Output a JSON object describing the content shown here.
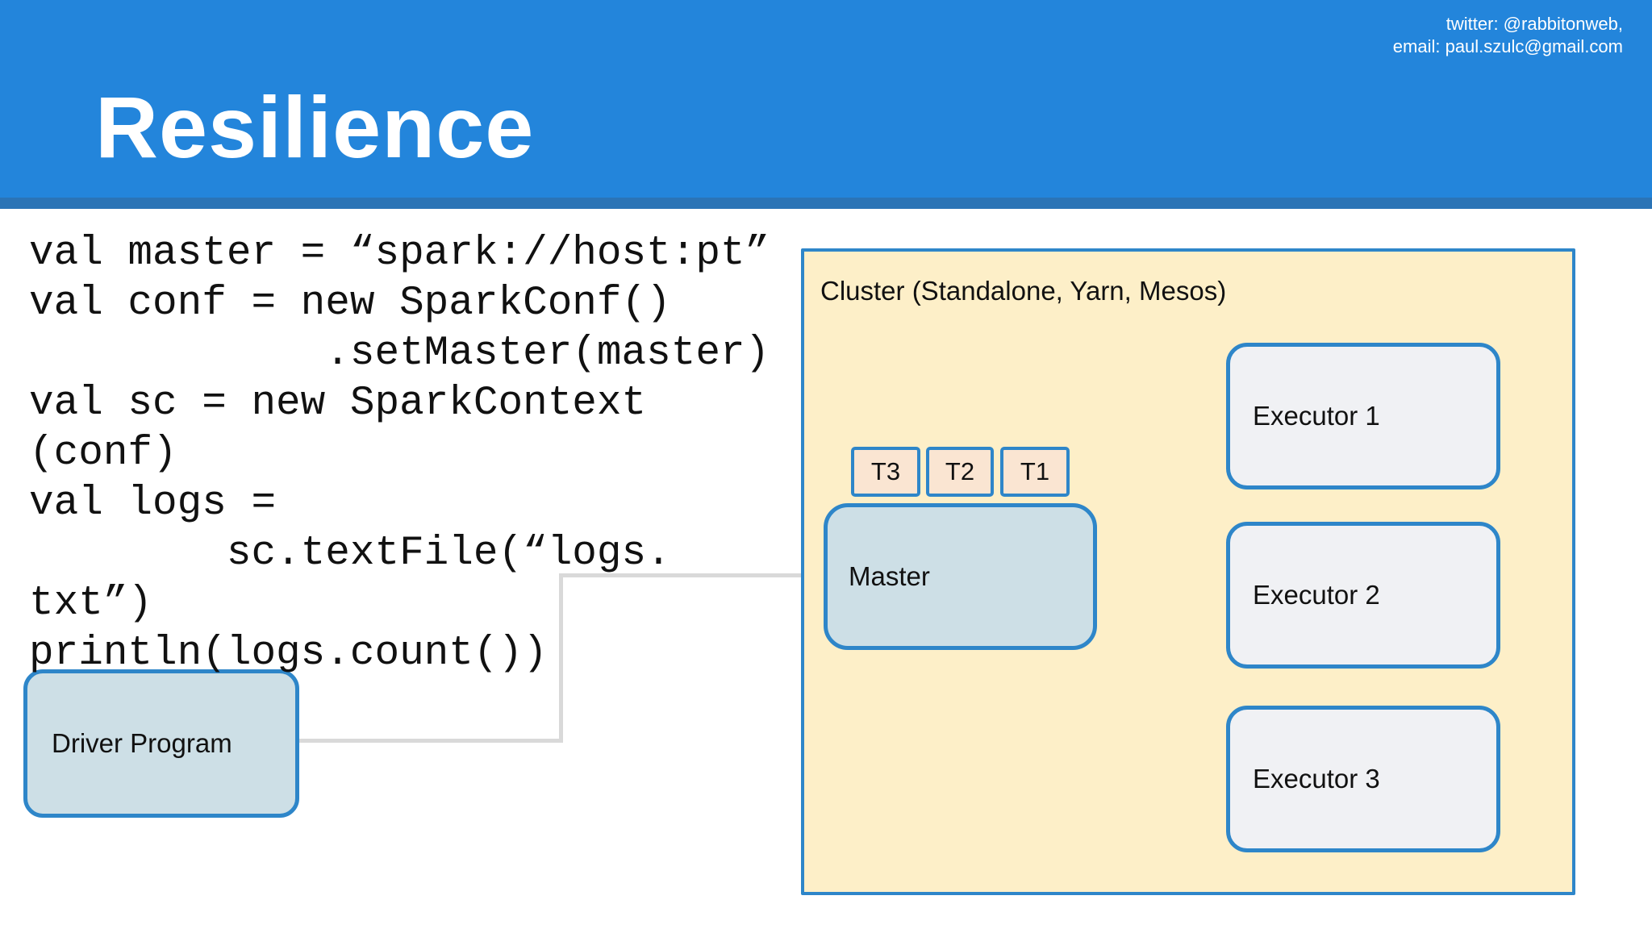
{
  "colors": {
    "header": "#2385DB",
    "stripe": "#2B74B6",
    "title-color": "#FFFFFF",
    "code-color": "#111111",
    "label-color": "#111111",
    "border-blue": "#2E86C9",
    "connector-gray": "#D9D9D9",
    "cluster-bg": "#FDEFC8",
    "task-bg": "#FAE5D2",
    "master-bg": "#CDDFE6",
    "driver-bg": "#CDDFE6",
    "executor-bg": "#F0F1F4"
  },
  "header": {
    "title": "Resilience",
    "contact_line1": "twitter: @rabbitonweb,",
    "contact_line2": "email: paul.szulc@gmail.com"
  },
  "code": {
    "text": "val master = “spark://host:pt”\nval conf = new SparkConf()\n            .setMaster(master)\nval sc = new SparkContext\n(conf)\nval logs =\n        sc.textFile(“logs.\ntxt”)\nprintln(logs.count())"
  },
  "diagram": {
    "driver": {
      "label": "Driver Program"
    },
    "cluster": {
      "label": "Cluster (Standalone, Yarn, Mesos)"
    },
    "tasks": [
      {
        "label": "T3"
      },
      {
        "label": "T2"
      },
      {
        "label": "T1"
      }
    ],
    "master": {
      "label": "Master"
    },
    "executors": [
      {
        "label": "Executor 1"
      },
      {
        "label": "Executor 2"
      },
      {
        "label": "Executor 3"
      }
    ]
  }
}
